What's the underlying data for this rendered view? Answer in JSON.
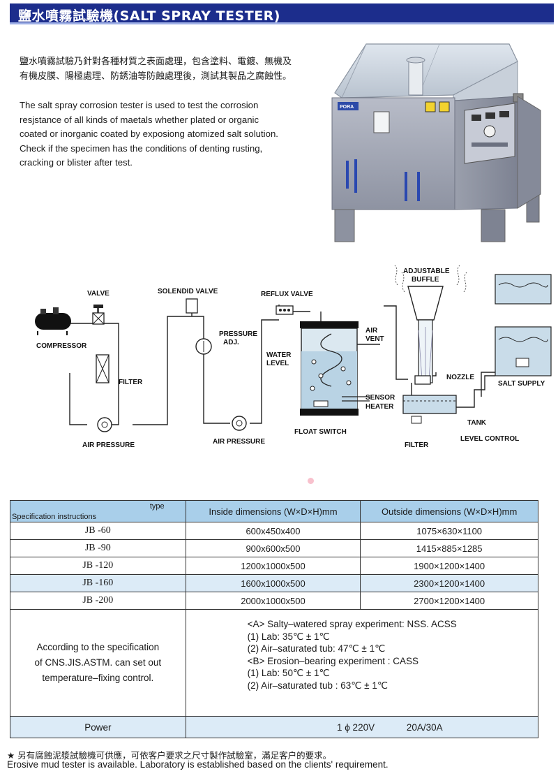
{
  "header": {
    "title": "鹽水噴霧試驗機(SALT SPRAY TESTER)"
  },
  "intro": {
    "cn_line1": "鹽水噴霧試驗乃針對各種材質之表面處理，包含塗料、電鍍、無機及",
    "cn_line2": "有機皮膜、陽極處理、防銹油等防蝕處理後，測試其製品之腐蝕性。",
    "en_lines": [
      "The salt spray corrosion tester is used to test the corrosion",
      "resjstance of all kinds of maetals whether plated or organic",
      "coated or inorganic coated by exposiong atomized salt solution.",
      "Check if the specimen has the conditions of denting rusting,",
      "cracking or blister after test."
    ]
  },
  "machine": {
    "brand": "PORA"
  },
  "diagram": {
    "valve": "VALVE",
    "compressor": "COMPRESSOR",
    "filter": "FILTER",
    "air_pressure_1": "AIR PRESSURE",
    "solenoid_valve": "SOLENDID VALVE",
    "pressure_adj_1": "PRESSURE",
    "pressure_adj_2": "ADJ.",
    "air_pressure_2": "AIR PRESSURE",
    "reflux_valve": "REFLUX VALVE",
    "water_level_1": "WATER",
    "water_level_2": "LEVEL",
    "air_vent_1": "AIR",
    "air_vent_2": "VENT",
    "sensor": "SENSOR",
    "heater": "HEATER",
    "float_switch": "FLOAT SWITCH",
    "adjustable_1": "ADJUSTABLE",
    "adjustable_2": "BUFFLE",
    "nozzle": "NOZZLE",
    "tank": "TANK",
    "filter_2": "FILTER",
    "level_control": "LEVEL CONTROL",
    "salt_supply": "SALT SUPPLY"
  },
  "table": {
    "corner_type": "type",
    "corner_spec": "Specification instructions",
    "col_inside": "Inside dimensions (W×D×H)mm",
    "col_outside": "Outside dimensions (W×D×H)mm",
    "rows": [
      {
        "model": "JB -60",
        "inside": "600x450x400",
        "outside": "1075×630×1100"
      },
      {
        "model": "JB -90",
        "inside": "900x600x500",
        "outside": "1415×885×1285"
      },
      {
        "model": "JB -120",
        "inside": "1200x1000x500",
        "outside": "1900×1200×1400"
      },
      {
        "model": "JB -160",
        "inside": "1600x1000x500",
        "outside": "2300×1200×1400"
      },
      {
        "model": "JB -200",
        "inside": "2000x1000x500",
        "outside": "2700×1200×1400"
      }
    ],
    "note_left_1": "According to the specification",
    "note_left_2": "of CNS.JIS.ASTM.  can set out",
    "note_left_3": "temperature–fixing control.",
    "note_right": [
      "<A> Salty–watered spray experiment: NSS. ACSS",
      "(1)  Lab: 35℃ ± 1℃",
      "(2)  Air–saturated tub: 47℃ ± 1℃",
      "<B> Erosion–bearing experiment : CASS",
      "(1)  Lab: 50℃ ± 1℃",
      "(2)  Air–saturated tub : 63℃ ± 1℃"
    ],
    "power_label": "Power",
    "power_value_1": "1 ϕ 220V",
    "power_value_2": "20A/30A"
  },
  "footer": {
    "cn": "★ 另有腐蝕泥漿試驗機可供應，可依客户要求之尺寸製作試驗室，滿足客户的要求。",
    "en": "Erosive mud tester is available. Laboratory is established based on the clients' requirement."
  }
}
